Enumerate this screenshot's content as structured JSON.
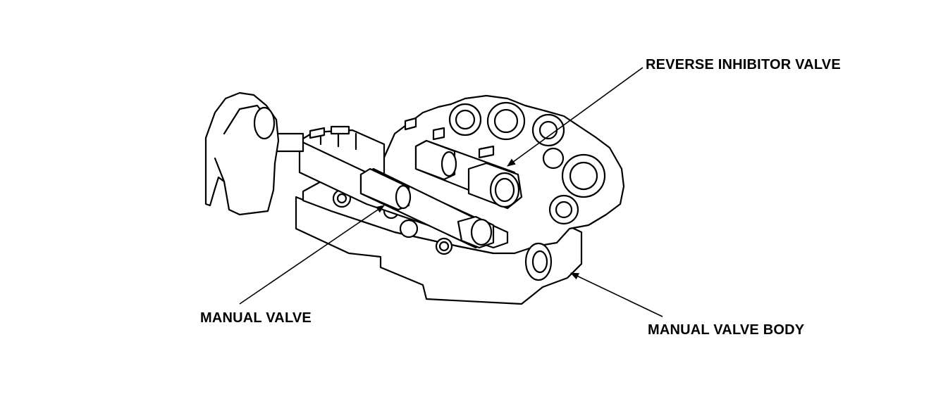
{
  "labels": {
    "reverse_inhibitor_valve": "REVERSE INHIBITOR VALVE",
    "manual_valve": "MANUAL VALVE",
    "manual_valve_body": "MANUAL VALVE BODY"
  },
  "colors": {
    "ink": "#000000",
    "paper": "#ffffff"
  }
}
